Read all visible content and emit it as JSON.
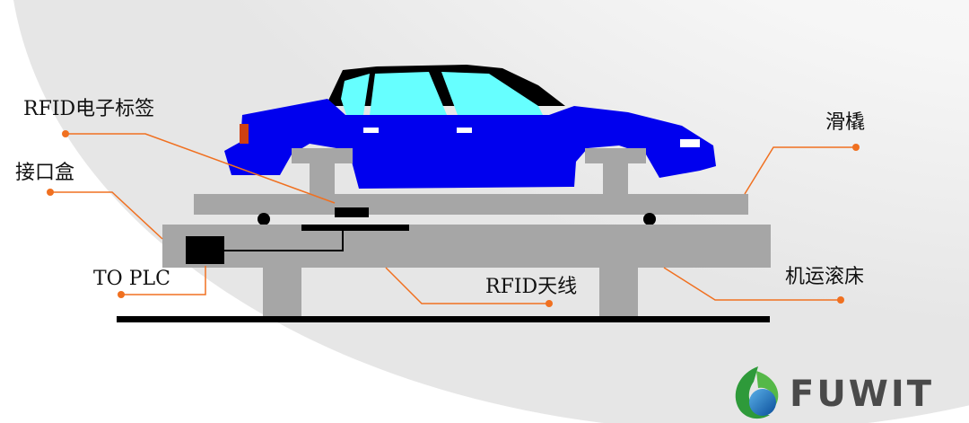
{
  "labels": {
    "rfid_tag": "RFID电子标签",
    "junction_box": "接口盒",
    "to_plc": "TO PLC",
    "skid": "滑橇",
    "rfid_antenna": "RFID天线",
    "roller_bed": "机运滚床"
  },
  "logo": {
    "text": "FUWIT"
  },
  "colors": {
    "car_body": "#0000ee",
    "window": "#66ffff",
    "structure": "#a6a6a6",
    "leader": "#f07020",
    "background_arc": "#eeeeee"
  }
}
